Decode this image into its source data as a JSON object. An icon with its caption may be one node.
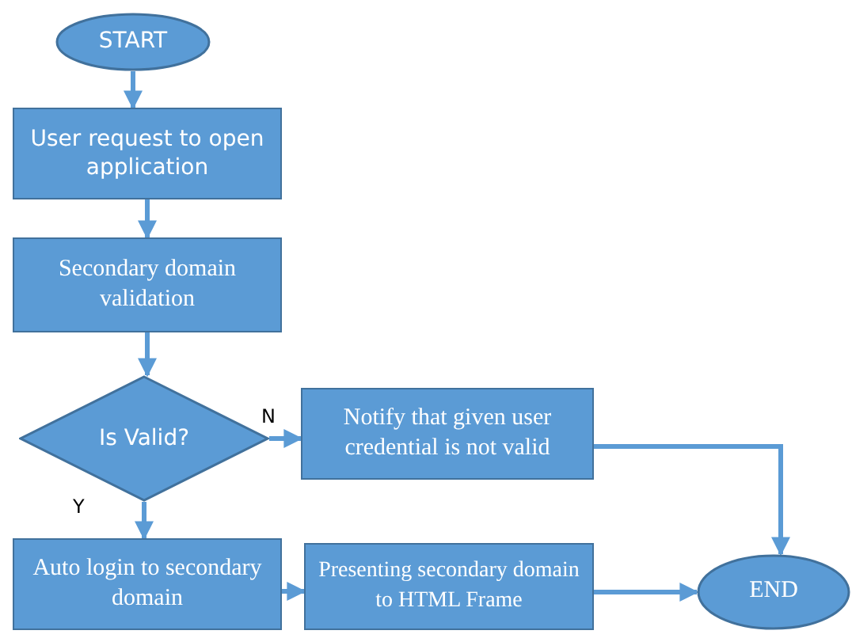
{
  "diagram": {
    "nodes": [
      {
        "text": [
          "START"
        ]
      },
      {
        "text": [
          "User request to open application"
        ]
      },
      {
        "text": [
          "Secondary domain validation"
        ]
      },
      {
        "text": [
          "Is Valid?"
        ]
      },
      {
        "text": [
          "Notify that given user credential is not valid"
        ]
      },
      {
        "text": [
          "Auto login to secondary domain"
        ]
      },
      {
        "text": [
          "Presenting secondary domain to HTML Frame"
        ]
      },
      {
        "text": [
          "END"
        ]
      }
    ],
    "edges": [
      {
        "from": 0,
        "to": 1,
        "arrow": "to"
      },
      {
        "from": 1,
        "to": 2,
        "arrow": "to"
      },
      {
        "from": 2,
        "to": 3,
        "arrow": "to"
      },
      {
        "from": 3,
        "to": 4,
        "arrow": "to",
        "label": "N"
      },
      {
        "from": 3,
        "to": 5,
        "arrow": "to",
        "label": "Y"
      },
      {
        "from": 5,
        "to": 6,
        "arrow": "to"
      },
      {
        "from": 6,
        "to": 7,
        "arrow": "to"
      },
      {
        "from": 4,
        "to": 7,
        "arrow": "to"
      }
    ]
  }
}
